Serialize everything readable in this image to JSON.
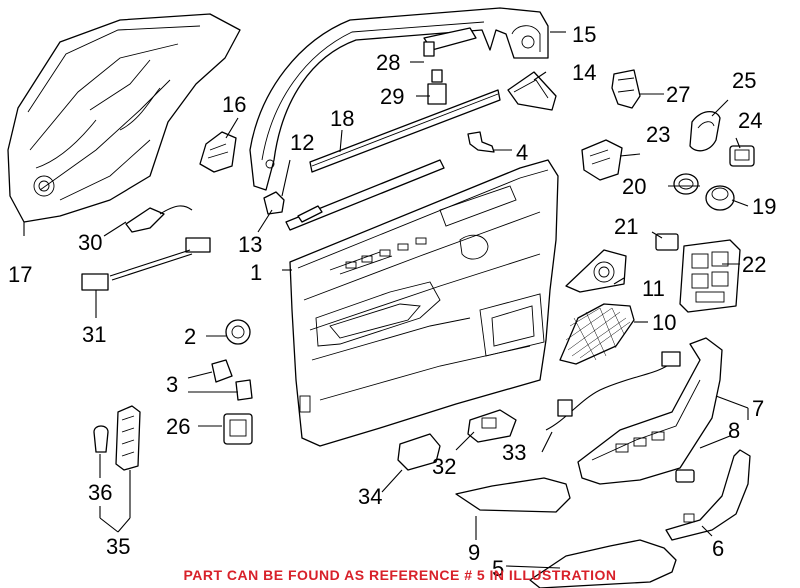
{
  "diagram": {
    "callouts": [
      {
        "id": "c1",
        "label": "1"
      },
      {
        "id": "c2",
        "label": "2"
      },
      {
        "id": "c3",
        "label": "3"
      },
      {
        "id": "c4",
        "label": "4"
      },
      {
        "id": "c5",
        "label": "5"
      },
      {
        "id": "c6",
        "label": "6"
      },
      {
        "id": "c7",
        "label": "7"
      },
      {
        "id": "c8",
        "label": "8"
      },
      {
        "id": "c9",
        "label": "9"
      },
      {
        "id": "c10",
        "label": "10"
      },
      {
        "id": "c11",
        "label": "11"
      },
      {
        "id": "c12",
        "label": "12"
      },
      {
        "id": "c13",
        "label": "13"
      },
      {
        "id": "c14",
        "label": "14"
      },
      {
        "id": "c15",
        "label": "15"
      },
      {
        "id": "c16",
        "label": "16"
      },
      {
        "id": "c17",
        "label": "17"
      },
      {
        "id": "c18",
        "label": "18"
      },
      {
        "id": "c19",
        "label": "19"
      },
      {
        "id": "c20",
        "label": "20"
      },
      {
        "id": "c21",
        "label": "21"
      },
      {
        "id": "c22",
        "label": "22"
      },
      {
        "id": "c23",
        "label": "23"
      },
      {
        "id": "c24",
        "label": "24"
      },
      {
        "id": "c25",
        "label": "25"
      },
      {
        "id": "c26",
        "label": "26"
      },
      {
        "id": "c27",
        "label": "27"
      },
      {
        "id": "c28",
        "label": "28"
      },
      {
        "id": "c29",
        "label": "29"
      },
      {
        "id": "c30",
        "label": "30"
      },
      {
        "id": "c31",
        "label": "31"
      },
      {
        "id": "c32",
        "label": "32"
      },
      {
        "id": "c33",
        "label": "33"
      },
      {
        "id": "c34",
        "label": "34"
      },
      {
        "id": "c35",
        "label": "35"
      },
      {
        "id": "c36",
        "label": "36"
      }
    ],
    "notice": "PART CAN BE FOUND AS REFERENCE # 5 IN ILLUSTRATION",
    "notice_color": "#d8212a",
    "line_color": "#000000"
  }
}
